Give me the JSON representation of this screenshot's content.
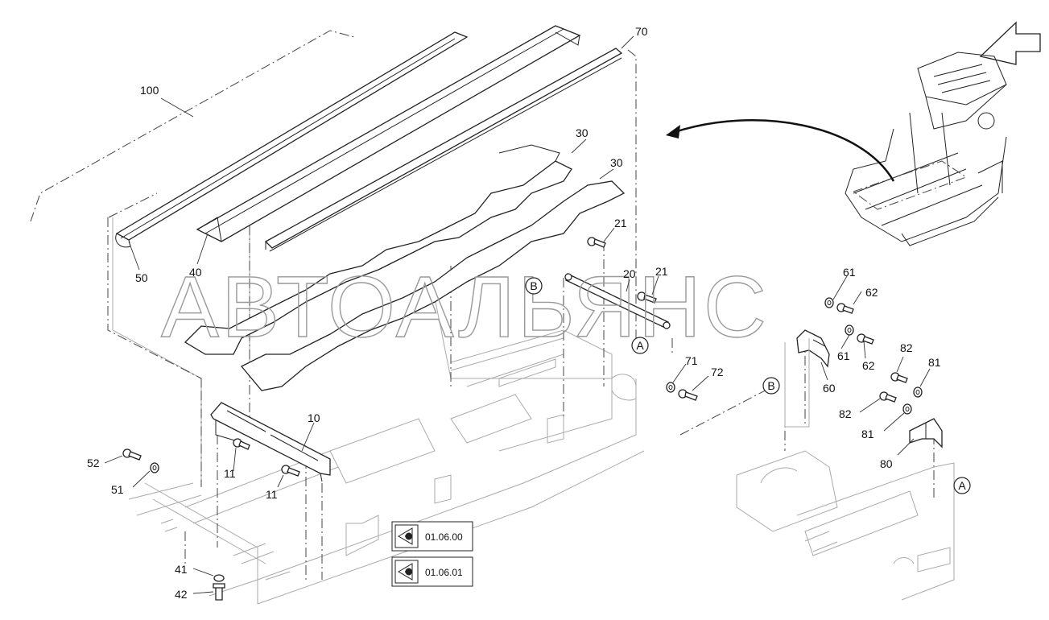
{
  "watermark": "АВТОАЛЬЯНС",
  "callouts": {
    "c100": "100",
    "c70": "70",
    "c30a": "30",
    "c30b": "30",
    "c50": "50",
    "c40": "40",
    "c21a": "21",
    "c20": "20",
    "c21b": "21",
    "c61a": "61",
    "c62a": "62",
    "c61b": "61",
    "c62b": "62",
    "c60": "60",
    "c71": "71",
    "c72": "72",
    "c82a": "82",
    "c81a": "81",
    "c82b": "82",
    "c81b": "81",
    "c80": "80",
    "c10": "10",
    "c11a": "11",
    "c11b": "11",
    "c52": "52",
    "c51": "51",
    "c41": "41",
    "c42": "42"
  },
  "detail_markers": {
    "a1": "A",
    "a2": "A",
    "b1": "B",
    "b2": "B"
  },
  "view_refs": [
    {
      "code": "01.06.00",
      "icon": "eye-view-icon"
    },
    {
      "code": "01.06.01",
      "icon": "eye-view-icon"
    }
  ],
  "colors": {
    "line": "#222222",
    "watermark": "#9a9a9a",
    "faint": "#aaaaaa"
  }
}
